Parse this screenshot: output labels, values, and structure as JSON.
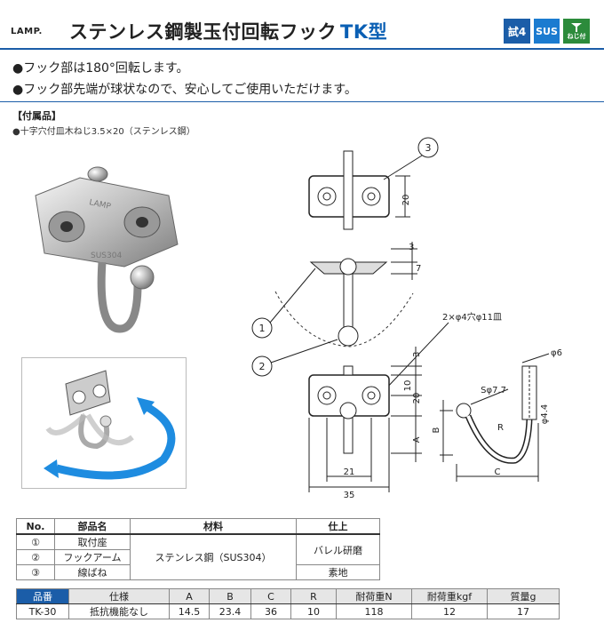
{
  "brand": "LAMP.",
  "title": "ステンレス鋼製玉付回転フック",
  "model": "TK型",
  "badges": {
    "test": "試4",
    "material": "SUS",
    "screw": "ねじ付"
  },
  "features": [
    "●フック部は180°回転します。",
    "●フック部先端が球状なので、安心してご使用いただけます。"
  ],
  "accessory_title": "【付属品】",
  "accessory_item": "●十字穴付皿木ねじ3.5×20（ステンレス鋼）",
  "photo_engraving": {
    "brand": "LAMP",
    "code": "SUS304"
  },
  "drawing": {
    "callouts": [
      "1",
      "2",
      "3"
    ],
    "holes_label": "2×φ4穴φ11皿",
    "dims": {
      "top_h": "20",
      "d3a": "3",
      "d7": "7",
      "d3b": "3",
      "d10": "10",
      "d20": "20",
      "A": "A",
      "B": "B",
      "d21": "21",
      "d35": "35",
      "d6": "φ6",
      "s77": "Sφ7.7",
      "R": "R",
      "d44": "φ4.4",
      "C": "C"
    }
  },
  "parts_table": {
    "headers": [
      "No.",
      "部品名",
      "材料",
      "仕上"
    ],
    "rows": [
      {
        "no": "①",
        "name": "取付座"
      },
      {
        "no": "②",
        "name": "フックアーム"
      },
      {
        "no": "③",
        "name": "線ばね"
      }
    ],
    "material": "ステンレス鋼（SUS304）",
    "finish_1": "バレル研磨",
    "finish_2": "素地"
  },
  "spec_table": {
    "headers": [
      "品番",
      "仕様",
      "A",
      "B",
      "C",
      "R",
      "耐荷重N",
      "耐荷重kgf",
      "質量g"
    ],
    "row": [
      "TK-30",
      "抵抗機能なし",
      "14.5",
      "23.4",
      "36",
      "10",
      "118",
      "12",
      "17"
    ]
  }
}
